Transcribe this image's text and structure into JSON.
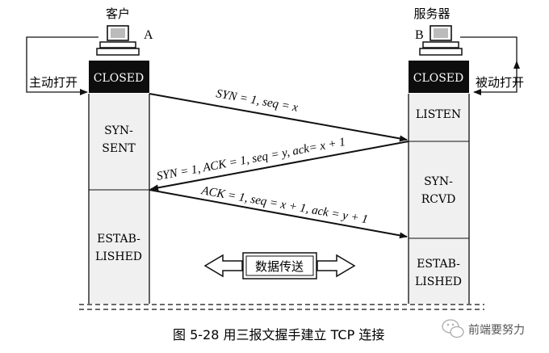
{
  "client": {
    "label": "客户",
    "letter": "A",
    "action": "主动打开",
    "states": [
      "CLOSED",
      "SYN-",
      "SENT",
      "ESTAB-",
      "LISHED"
    ]
  },
  "server": {
    "label": "服务器",
    "letter": "B",
    "action": "被动打开",
    "states": [
      "CLOSED",
      "LISTEN",
      "SYN-",
      "RCVD",
      "ESTAB-",
      "LISHED"
    ]
  },
  "messages": [
    "SYN = 1, seq = x",
    "SYN = 1, ACK = 1, seq = y, ack= x + 1",
    "ACK = 1, seq = x + 1, ack = y + 1"
  ],
  "data_transfer": "数据传送",
  "caption": "图 5-28 用三报文握手建立 TCP 连接",
  "watermark": "前端要努力"
}
